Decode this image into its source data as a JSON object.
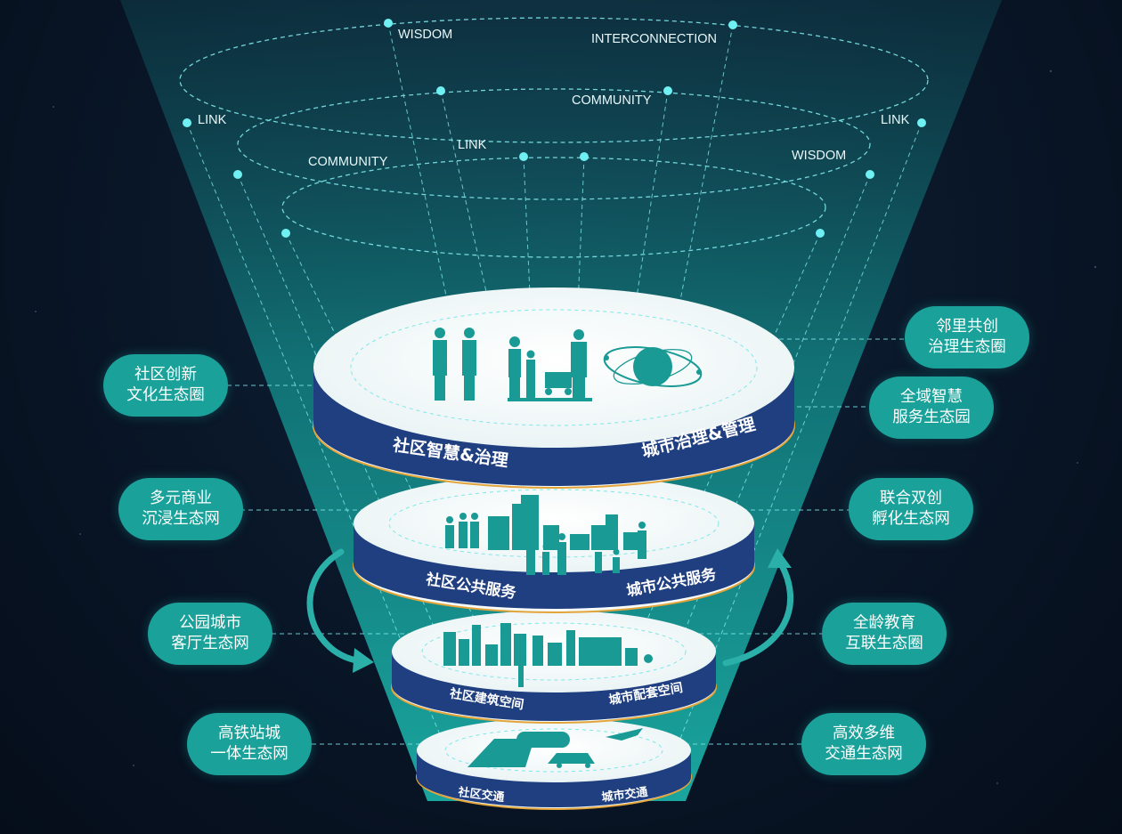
{
  "ring_labels": [
    {
      "id": "wisdom-1",
      "text": "WISDOM"
    },
    {
      "id": "interconnection",
      "text": "INTERCONNECTION"
    },
    {
      "id": "community-1",
      "text": "COMMUNITY"
    },
    {
      "id": "link-1",
      "text": "LINK"
    },
    {
      "id": "link-2",
      "text": "LINK"
    },
    {
      "id": "link-3",
      "text": "LINK"
    },
    {
      "id": "community-2",
      "text": "COMMUNITY"
    },
    {
      "id": "wisdom-2",
      "text": "WISDOM"
    }
  ],
  "tiers": [
    {
      "left": "社区智慧&治理",
      "right": "城市治理&管理"
    },
    {
      "left": "社区公共服务",
      "right": "城市公共服务"
    },
    {
      "left": "社区建筑空间",
      "right": "城市配套空间"
    },
    {
      "left": "社区交通",
      "right": "城市交通"
    }
  ],
  "left_tags": [
    {
      "line1": "社区创新",
      "line2": "文化生态圈"
    },
    {
      "line1": "多元商业",
      "line2": "沉浸生态网"
    },
    {
      "line1": "公园城市",
      "line2": "客厅生态网"
    },
    {
      "line1": "高铁站城",
      "line2": "一体生态网"
    }
  ],
  "right_tags": [
    {
      "line1": "邻里共创",
      "line2": "治理生态圈"
    },
    {
      "line1": "全域智慧",
      "line2": "服务生态园"
    },
    {
      "line1": "联合双创",
      "line2": "孵化生态网"
    },
    {
      "line1": "全龄教育",
      "line2": "互联生态圈"
    },
    {
      "line1": "高效多维",
      "line2": "交通生态网"
    }
  ],
  "colors": {
    "teal": "#19a19a",
    "navy": "#1f3f80",
    "gold": "#e3a53a",
    "cyan_line": "#7fe7ea",
    "background": "#091627"
  }
}
